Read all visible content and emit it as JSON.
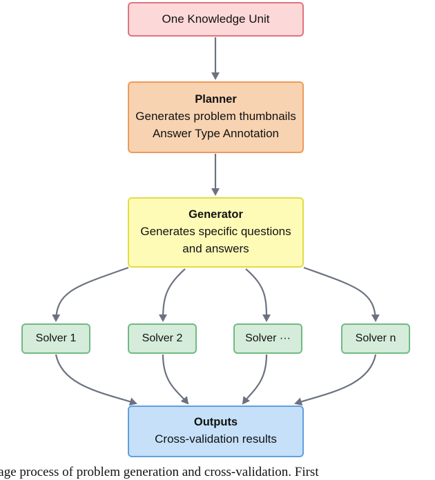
{
  "nodes": {
    "unit": {
      "text": "One Knowledge Unit"
    },
    "planner": {
      "title": "Planner",
      "line1": "Generates problem thumbnails",
      "line2": "Answer Type Annotation"
    },
    "generator": {
      "title": "Generator",
      "line1": "Generates specific questions",
      "line2": "and answers"
    },
    "solvers": [
      {
        "label": "Solver 1"
      },
      {
        "label": "Solver 2"
      },
      {
        "label": "Solver ···"
      },
      {
        "label": "Solver n"
      }
    ],
    "outputs": {
      "title": "Outputs",
      "line1": "Cross-validation results"
    }
  },
  "caption": "tage process of problem generation and cross-validation. First",
  "colors": {
    "arrow": "#6b7280",
    "unit_fill": "#fdd8d8",
    "unit_border": "#e0737c",
    "planner_fill": "#f8d3b2",
    "planner_border": "#ef9a57",
    "generator_fill": "#fefbb7",
    "generator_border": "#e2dc45",
    "solver_fill": "#d5ecdb",
    "solver_border": "#6fba82",
    "outputs_fill": "#c5e0f8",
    "outputs_border": "#5f9fe0"
  }
}
